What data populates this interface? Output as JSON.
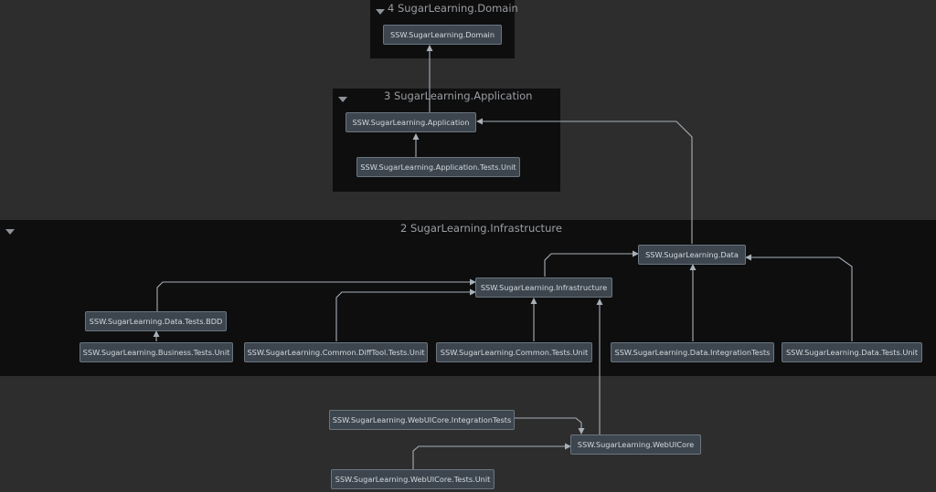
{
  "colors": {
    "background": "#2d2d2d",
    "layer_background": "#0e0e0e",
    "node_fill": "#3d464f",
    "node_border": "#6a7580",
    "node_text": "#d4d8dc",
    "edge": "#a8b0b8"
  },
  "layers": {
    "domain": {
      "title": "4 SugarLearning.Domain"
    },
    "application": {
      "title": "3 SugarLearning.Application"
    },
    "infrastructure": {
      "title": "2 SugarLearning.Infrastructure"
    }
  },
  "nodes": {
    "domain": "SSW.SugarLearning.Domain",
    "application": "SSW.SugarLearning.Application",
    "application_tests_unit": "SSW.SugarLearning.Application.Tests.Unit",
    "data": "SSW.SugarLearning.Data",
    "infrastructure": "SSW.SugarLearning.Infrastructure",
    "data_tests_bdd": "SSW.SugarLearning.Data.Tests.BDD",
    "business_tests_unit": "SSW.SugarLearning.Business.Tests.Unit",
    "common_difftool_tests_unit": "SSW.SugarLearning.Common.DiffTool.Tests.Unit",
    "common_tests_unit": "SSW.SugarLearning.Common.Tests.Unit",
    "data_integrationtests": "SSW.SugarLearning.Data.IntegrationTests",
    "data_tests_unit": "SSW.SugarLearning.Data.Tests.Unit",
    "webuicore_integrationtests": "SSW.SugarLearning.WebUICore.IntegrationTests",
    "webuicore": "SSW.SugarLearning.WebUICore",
    "webuicore_tests_unit": "SSW.SugarLearning.WebUICore.Tests.Unit"
  },
  "dependencies": [
    {
      "from": "application",
      "to": "domain"
    },
    {
      "from": "application_tests_unit",
      "to": "application"
    },
    {
      "from": "data",
      "to": "application"
    },
    {
      "from": "infrastructure",
      "to": "data"
    },
    {
      "from": "data_tests_bdd",
      "to": "infrastructure"
    },
    {
      "from": "business_tests_unit",
      "to": "data_tests_bdd"
    },
    {
      "from": "common_difftool_tests_unit",
      "to": "infrastructure"
    },
    {
      "from": "common_tests_unit",
      "to": "infrastructure"
    },
    {
      "from": "data_integrationtests",
      "to": "data"
    },
    {
      "from": "data_tests_unit",
      "to": "data"
    },
    {
      "from": "webuicore_integrationtests",
      "to": "webuicore"
    },
    {
      "from": "webuicore",
      "to": "infrastructure"
    },
    {
      "from": "webuicore_tests_unit",
      "to": "webuicore"
    }
  ]
}
